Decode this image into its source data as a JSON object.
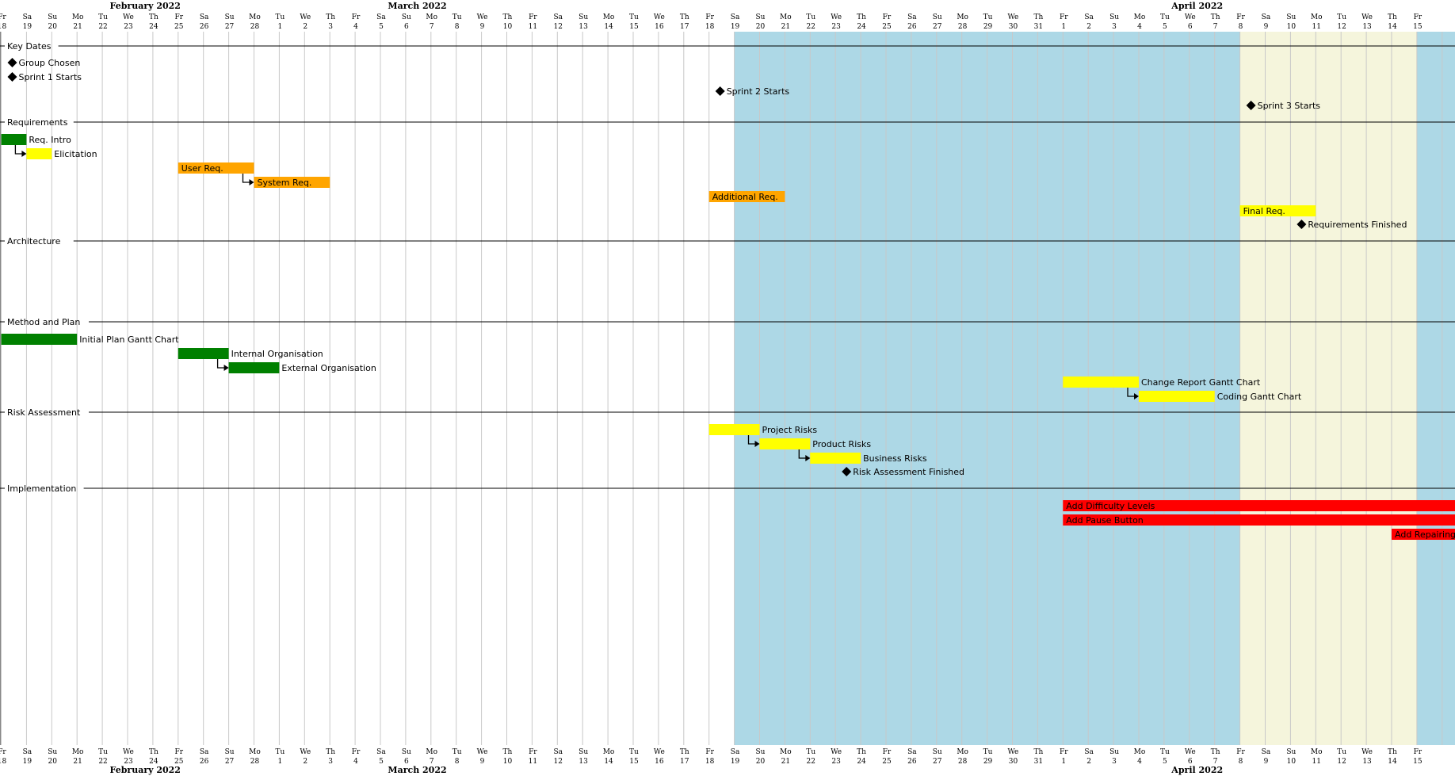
{
  "chart_data": {
    "type": "gantt",
    "days": [
      {
        "dow": "Fr",
        "d": "18"
      },
      {
        "dow": "Sa",
        "d": "19"
      },
      {
        "dow": "Su",
        "d": "20"
      },
      {
        "dow": "Mo",
        "d": "21"
      },
      {
        "dow": "Tu",
        "d": "22"
      },
      {
        "dow": "We",
        "d": "23"
      },
      {
        "dow": "Th",
        "d": "24"
      },
      {
        "dow": "Fr",
        "d": "25"
      },
      {
        "dow": "Sa",
        "d": "26"
      },
      {
        "dow": "Su",
        "d": "27"
      },
      {
        "dow": "Mo",
        "d": "28"
      },
      {
        "dow": "Tu",
        "d": "1"
      },
      {
        "dow": "We",
        "d": "2"
      },
      {
        "dow": "Th",
        "d": "3"
      },
      {
        "dow": "Fr",
        "d": "4"
      },
      {
        "dow": "Sa",
        "d": "5"
      },
      {
        "dow": "Su",
        "d": "6"
      },
      {
        "dow": "Mo",
        "d": "7"
      },
      {
        "dow": "Tu",
        "d": "8"
      },
      {
        "dow": "We",
        "d": "9"
      },
      {
        "dow": "Th",
        "d": "10"
      },
      {
        "dow": "Fr",
        "d": "11"
      },
      {
        "dow": "Sa",
        "d": "12"
      },
      {
        "dow": "Su",
        "d": "13"
      },
      {
        "dow": "Mo",
        "d": "14"
      },
      {
        "dow": "Tu",
        "d": "15"
      },
      {
        "dow": "We",
        "d": "16"
      },
      {
        "dow": "Th",
        "d": "17"
      },
      {
        "dow": "Fr",
        "d": "18"
      },
      {
        "dow": "Sa",
        "d": "19"
      },
      {
        "dow": "Su",
        "d": "20"
      },
      {
        "dow": "Mo",
        "d": "21"
      },
      {
        "dow": "Tu",
        "d": "22"
      },
      {
        "dow": "We",
        "d": "23"
      },
      {
        "dow": "Th",
        "d": "24"
      },
      {
        "dow": "Fr",
        "d": "25"
      },
      {
        "dow": "Sa",
        "d": "26"
      },
      {
        "dow": "Su",
        "d": "27"
      },
      {
        "dow": "Mo",
        "d": "28"
      },
      {
        "dow": "Tu",
        "d": "29"
      },
      {
        "dow": "We",
        "d": "30"
      },
      {
        "dow": "Th",
        "d": "31"
      },
      {
        "dow": "Fr",
        "d": "1"
      },
      {
        "dow": "Sa",
        "d": "2"
      },
      {
        "dow": "Su",
        "d": "3"
      },
      {
        "dow": "Mo",
        "d": "4"
      },
      {
        "dow": "Tu",
        "d": "5"
      },
      {
        "dow": "We",
        "d": "6"
      },
      {
        "dow": "Th",
        "d": "7"
      },
      {
        "dow": "Fr",
        "d": "8"
      },
      {
        "dow": "Sa",
        "d": "9"
      },
      {
        "dow": "Su",
        "d": "10"
      },
      {
        "dow": "Mo",
        "d": "11"
      },
      {
        "dow": "Tu",
        "d": "12"
      },
      {
        "dow": "We",
        "d": "13"
      },
      {
        "dow": "Th",
        "d": "14"
      },
      {
        "dow": "Fr",
        "d": "15"
      }
    ],
    "months": [
      {
        "label": "February 2022",
        "first_day": 0
      },
      {
        "label": "March 2022",
        "first_day": 11
      },
      {
        "label": "April 2022",
        "first_day": 42
      }
    ],
    "highlights": [
      {
        "from": 29,
        "to": 49,
        "color": "#add8e6"
      },
      {
        "from": 49,
        "to": 56,
        "color": "#f5f5dc"
      },
      {
        "from": 56,
        "to": 58,
        "color": "#add8e6"
      }
    ],
    "sections": [
      {
        "name": "Key Dates",
        "tasks": [
          {
            "kind": "milestone",
            "label": "Group Chosen",
            "day": 0
          },
          {
            "kind": "milestone",
            "label": "Sprint 1 Starts",
            "day": 0
          },
          {
            "kind": "milestone",
            "label": "Sprint 2 Starts",
            "day": 28
          },
          {
            "kind": "milestone",
            "label": "Sprint 3 Starts",
            "day": 49
          }
        ]
      },
      {
        "name": "Requirements",
        "tasks": [
          {
            "kind": "bar",
            "label": "Req. Intro",
            "start": 0,
            "days": 1,
            "color": "#008000",
            "label_inside": false
          },
          {
            "kind": "bar",
            "label": "Elicitation",
            "start": 1,
            "days": 1,
            "color": "#ffff00",
            "label_inside": false,
            "dep": true
          },
          {
            "kind": "bar",
            "label": "User Req.",
            "start": 7,
            "days": 3,
            "color": "#ffa500",
            "label_inside": true
          },
          {
            "kind": "bar",
            "label": "System Req.",
            "start": 10,
            "days": 3,
            "color": "#ffa500",
            "label_inside": true,
            "dep": true
          },
          {
            "kind": "bar",
            "label": "Additional Req.",
            "start": 28,
            "days": 3,
            "color": "#ffa500",
            "label_inside": true
          },
          {
            "kind": "bar",
            "label": "Final Req.",
            "start": 49,
            "days": 3,
            "color": "#ffff00",
            "label_inside": true
          },
          {
            "kind": "milestone",
            "label": "Requirements Finished",
            "day": 51
          }
        ]
      },
      {
        "name": "Architecture",
        "tasks": []
      },
      {
        "name": "Method and Plan",
        "tasks": [
          {
            "kind": "bar",
            "label": "Initial Plan Gantt Chart",
            "start": 0,
            "days": 3,
            "color": "#008000",
            "label_inside": false
          },
          {
            "kind": "bar",
            "label": "Internal Organisation",
            "start": 7,
            "days": 2,
            "color": "#008000",
            "label_inside": false
          },
          {
            "kind": "bar",
            "label": "External Organisation",
            "start": 9,
            "days": 2,
            "color": "#008000",
            "label_inside": false,
            "dep": true
          },
          {
            "kind": "bar",
            "label": "Change Report Gantt Chart",
            "start": 42,
            "days": 3,
            "color": "#ffff00",
            "label_inside": false
          },
          {
            "kind": "bar",
            "label": "Coding Gantt Chart",
            "start": 45,
            "days": 3,
            "color": "#ffff00",
            "label_inside": false,
            "dep": true
          }
        ]
      },
      {
        "name": "Risk Assessment",
        "tasks": [
          {
            "kind": "bar",
            "label": "Project Risks",
            "start": 28,
            "days": 2,
            "color": "#ffff00",
            "label_inside": false
          },
          {
            "kind": "bar",
            "label": "Product Risks",
            "start": 30,
            "days": 2,
            "color": "#ffff00",
            "label_inside": false,
            "dep": true
          },
          {
            "kind": "bar",
            "label": "Business Risks",
            "start": 32,
            "days": 2,
            "color": "#ffff00",
            "label_inside": false,
            "dep": true
          },
          {
            "kind": "milestone",
            "label": "Risk Assessment Finished",
            "day": 33
          }
        ]
      },
      {
        "name": "Implementation",
        "tasks": [
          {
            "kind": "bar",
            "label": "Add Difficulty Levels",
            "start": 42,
            "days": 16,
            "color": "#ff0000",
            "label_inside": true
          },
          {
            "kind": "bar",
            "label": "Add Pause Button",
            "start": 42,
            "days": 16,
            "color": "#ff0000",
            "label_inside": true
          },
          {
            "kind": "bar",
            "label": "Add Repairing",
            "start": 55,
            "days": 3,
            "color": "#ff0000",
            "label_inside": true
          }
        ]
      }
    ]
  }
}
